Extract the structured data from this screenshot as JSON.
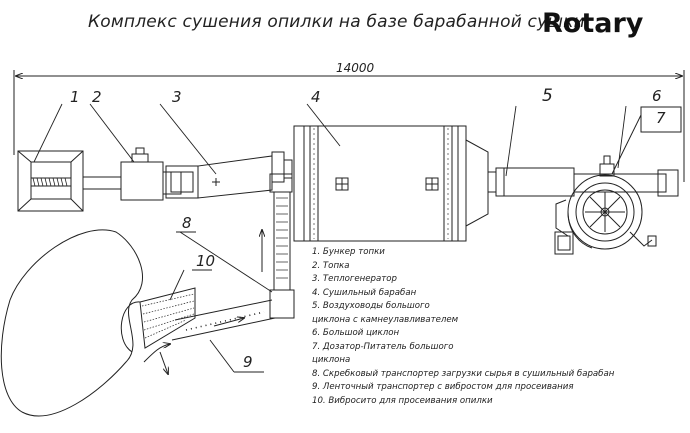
{
  "title": "Комплекс сушения опилки на базе барабанной сушки",
  "brand": "Rotary",
  "dimension_label": "14000",
  "callouts": [
    "1",
    "2",
    "3",
    "4",
    "5",
    "6",
    "7",
    "8",
    "9",
    "10"
  ],
  "legend": [
    "1. Бункер топки",
    "2. Топка",
    "3. Теплогенератор",
    "4. Сушильный барабан",
    "5. Воздуховоды большого",
    "циклона с камнеулавливателем",
    "6. Большой циклон",
    "7. Дозатор-Питатель большого",
    "циклона",
    "8. Скребковый транспортер загрузки сырья в сушильный барабан",
    "9. Ленточный транспортер с вибростом для просеивания",
    "10. Вибросито для просеивания опилки"
  ]
}
